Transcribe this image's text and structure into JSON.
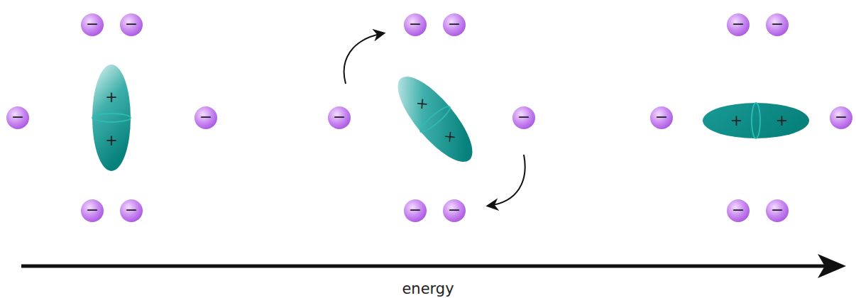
{
  "diagram": {
    "nodes": [
      {
        "text": [
          "−"
        ]
      },
      {
        "text": [
          "−"
        ]
      },
      {
        "text": [
          "−"
        ]
      },
      {
        "text": [
          "+",
          "+"
        ]
      },
      {
        "text": [
          "−"
        ]
      },
      {
        "text": [
          "−"
        ]
      },
      {
        "text": [
          "−"
        ]
      },
      {
        "text": [
          "−"
        ]
      },
      {
        "text": [
          "−"
        ]
      },
      {
        "text": [
          "−"
        ]
      },
      {
        "text": [
          "×",
          "×"
        ]
      },
      {
        "text": [
          "−"
        ]
      },
      {
        "text": [
          "−"
        ]
      },
      {
        "text": [
          "−"
        ]
      },
      {
        "text": [
          "−"
        ]
      },
      {
        "text": [
          "−"
        ]
      },
      {
        "text": [
          "−"
        ]
      },
      {
        "text": [
          "+",
          "+"
        ]
      },
      {
        "text": [
          "−"
        ]
      },
      {
        "text": [
          "−"
        ]
      },
      {
        "text": [
          "−"
        ]
      }
    ],
    "labels": [
      "energy"
    ]
  }
}
